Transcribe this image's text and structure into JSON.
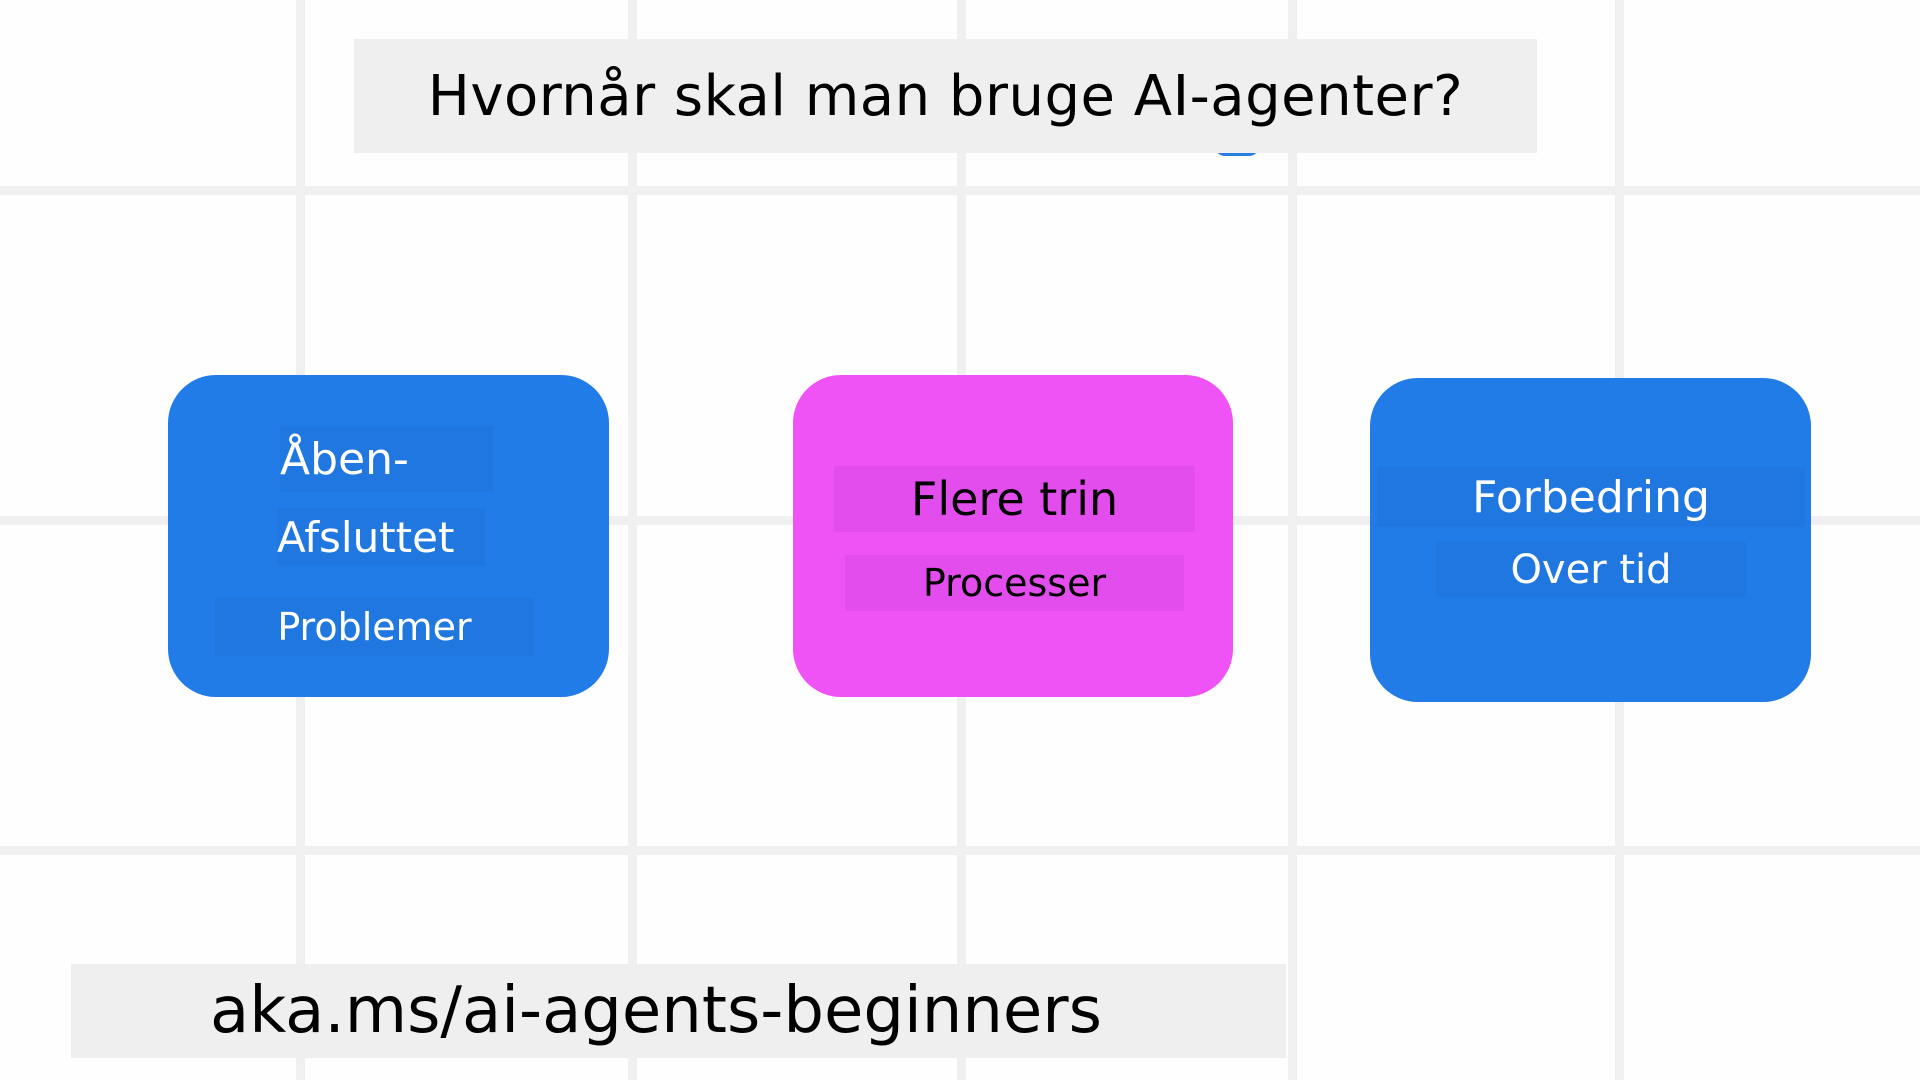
{
  "slide": {
    "title": "Hvornår skal man bruge AI-agenter?",
    "url": "aka.ms/ai-agents-beginners"
  },
  "cards": [
    {
      "lines": [
        "Åben-",
        "Afsluttet",
        "Problemer"
      ],
      "color": "#217ce8",
      "text_color": "#ffffff"
    },
    {
      "lines": [
        "Flere trin",
        "Processer"
      ],
      "color": "#f053f5",
      "text_color": "#000000"
    },
    {
      "lines": [
        "Forbedring",
        "Over tid"
      ],
      "color": "#217ce8",
      "text_color": "#ffffff"
    }
  ],
  "colors": {
    "background": "#fefefe",
    "grid": "#f0f0f0",
    "label_bg": "#efefef"
  }
}
